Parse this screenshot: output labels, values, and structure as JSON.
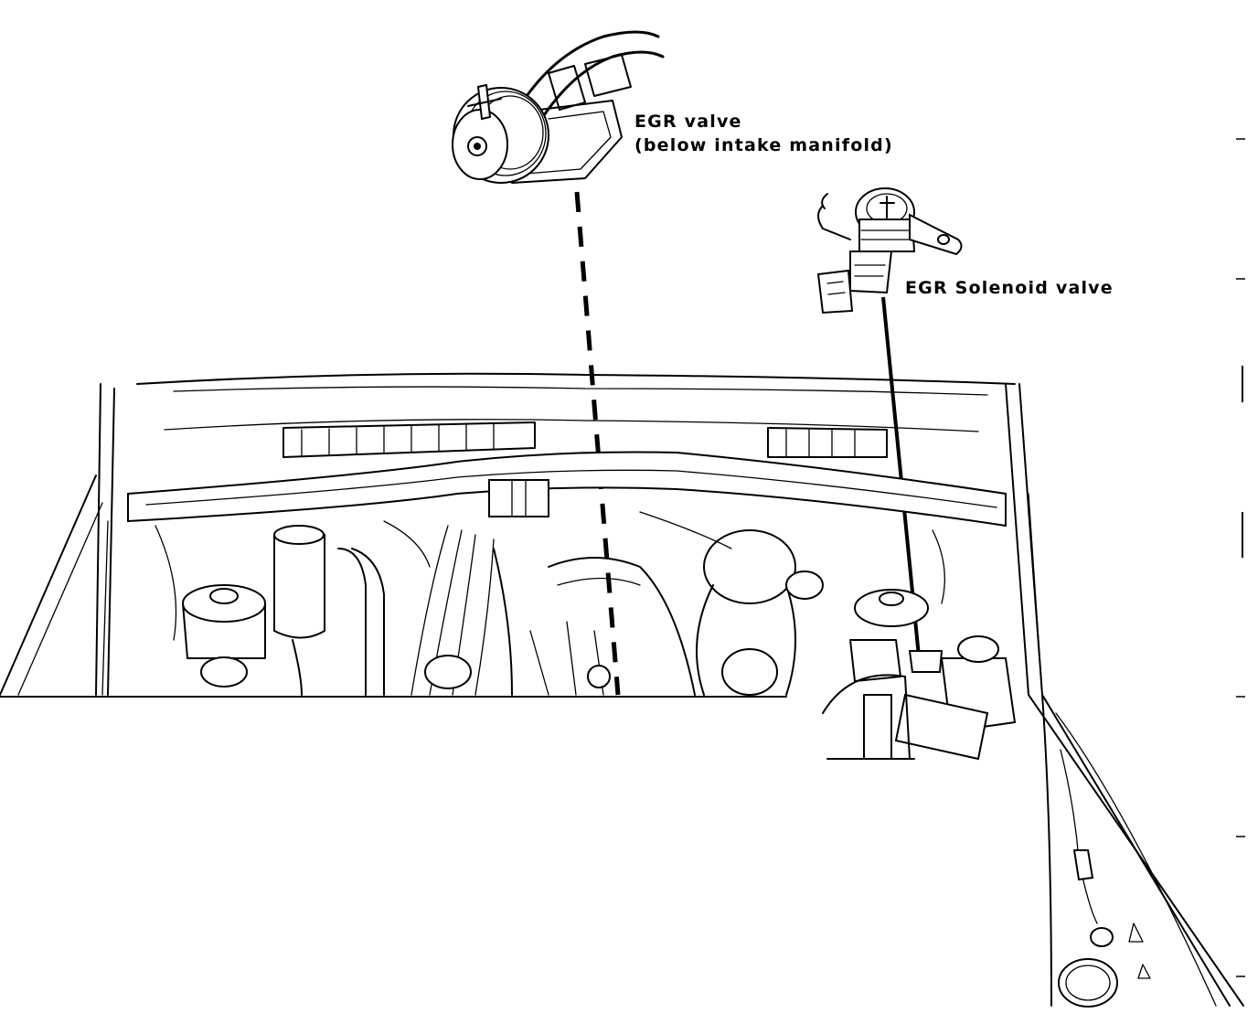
{
  "labels": {
    "egr_valve": {
      "line1": "EGR valve",
      "line2": "(below intake manifold)"
    },
    "egr_solenoid_valve": "EGR Solenoid valve"
  },
  "colors": {
    "ink": "#000000",
    "paper": "#ffffff"
  }
}
